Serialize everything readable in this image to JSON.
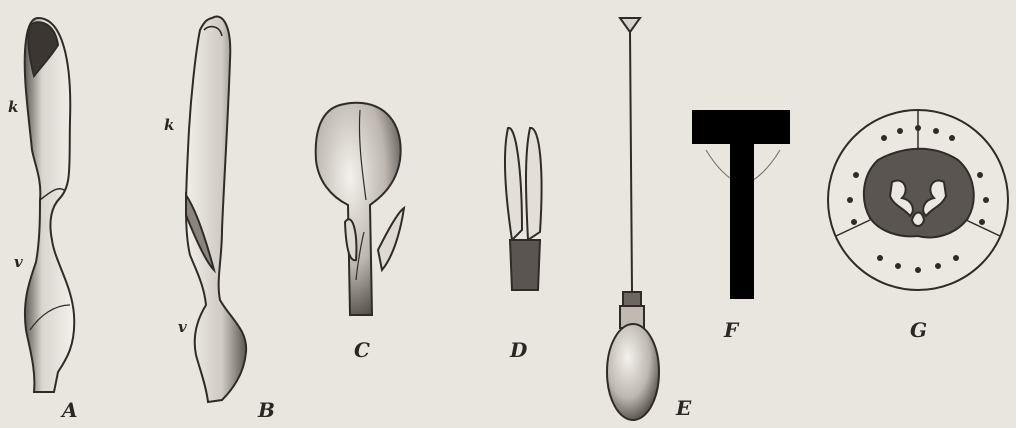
{
  "figure": {
    "labels": {
      "A": "A",
      "B": "B",
      "C": "C",
      "D": "D",
      "E": "E",
      "F": "F",
      "G": "G",
      "k_a": "k",
      "v_a": "v",
      "k_b": "k",
      "v_b": "v"
    }
  },
  "colors": {
    "paper": "#e9e6e0",
    "ink": "#2f2b28",
    "shade": "#6e6862",
    "redaction": "#000000"
  }
}
